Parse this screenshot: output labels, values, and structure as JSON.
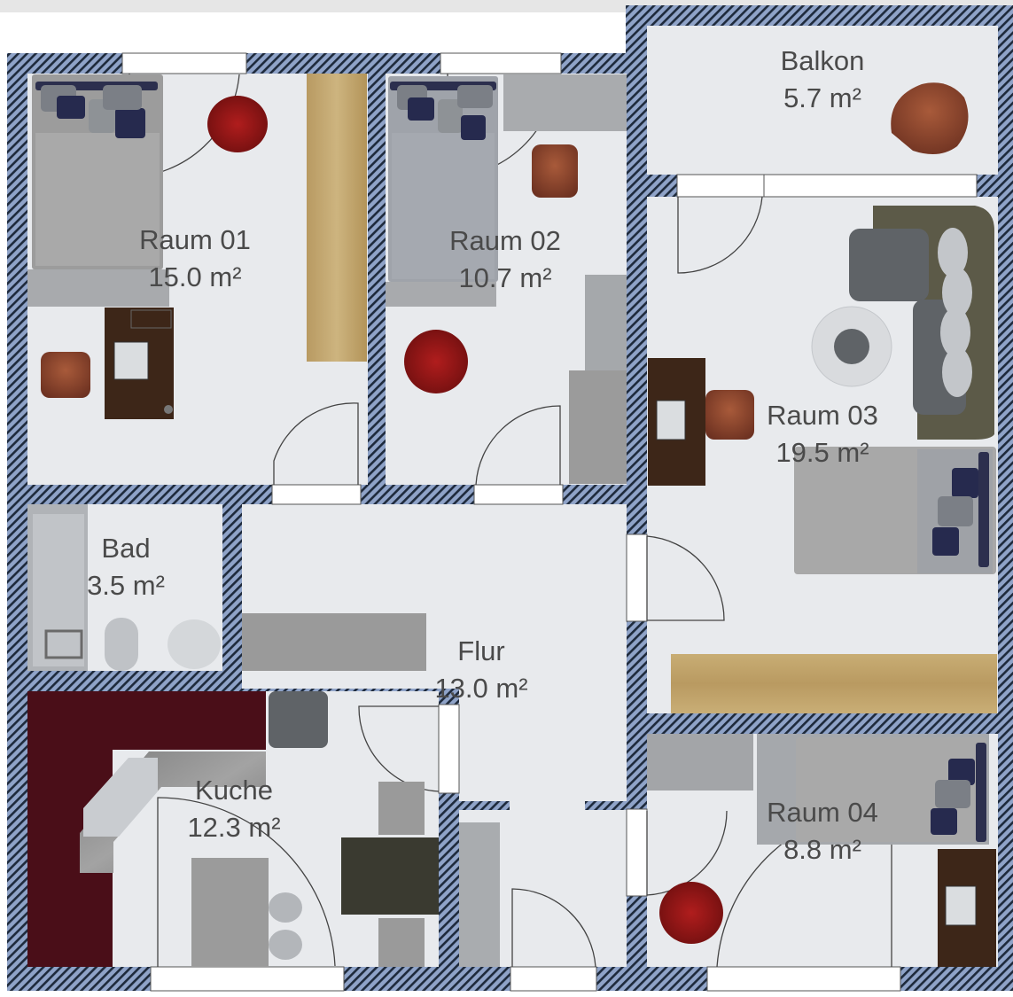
{
  "plan": {
    "colors": {
      "wall": "#8fa3c8",
      "floor": "#e8eaed",
      "bed": "#a8a8ad",
      "pillow": "#262a4e",
      "chair": "#8b3a26",
      "red_chair": "#8c1515",
      "wood": "#c2a772",
      "dark_wood": "#3d2618",
      "counter": "#4a0e18",
      "sofa": "#5f6367"
    },
    "rooms": [
      {
        "id": "raum-01",
        "name": "Raum 01",
        "area": "15.0 m²"
      },
      {
        "id": "raum-02",
        "name": "Raum 02",
        "area": "10.7 m²"
      },
      {
        "id": "balkon",
        "name": "Balkon",
        "area": "5.7 m²"
      },
      {
        "id": "raum-03",
        "name": "Raum 03",
        "area": "19.5 m²"
      },
      {
        "id": "bad",
        "name": "Bad",
        "area": "3.5 m²"
      },
      {
        "id": "flur",
        "name": "Flur",
        "area": "13.0 m²"
      },
      {
        "id": "kuche",
        "name": "Kuche",
        "area": "12.3 m²"
      },
      {
        "id": "raum-04",
        "name": "Raum 04",
        "area": "8.8 m²"
      }
    ]
  }
}
